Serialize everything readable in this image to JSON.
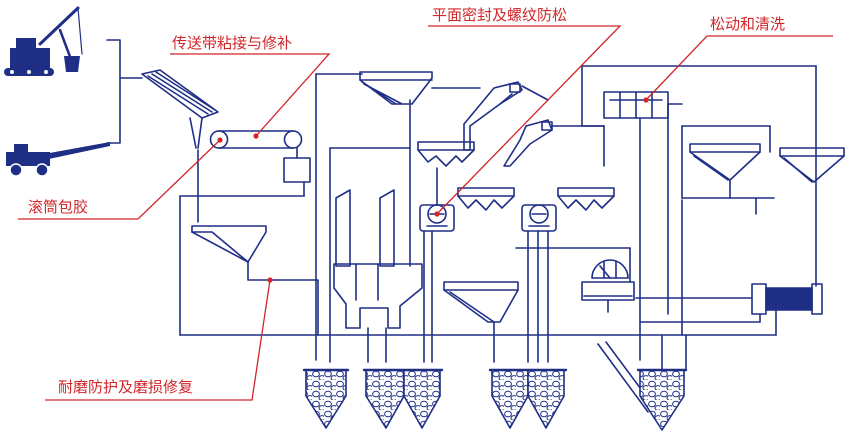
{
  "labels": {
    "belt_repair": "传送带粘接与修补",
    "flange_seal": "平面密封及螺纹防松",
    "loosen_clean": "松动和清洗",
    "pulley_lagging": "滚筒包胶",
    "wear_protection": "耐磨防护及磨损修复"
  },
  "colors": {
    "line": "#1f2f86",
    "label": "#d1262a",
    "rock_fill": "#ffffff"
  },
  "icons": {
    "excavator": "excavator-icon",
    "drill_rig": "drill-rig-icon"
  }
}
